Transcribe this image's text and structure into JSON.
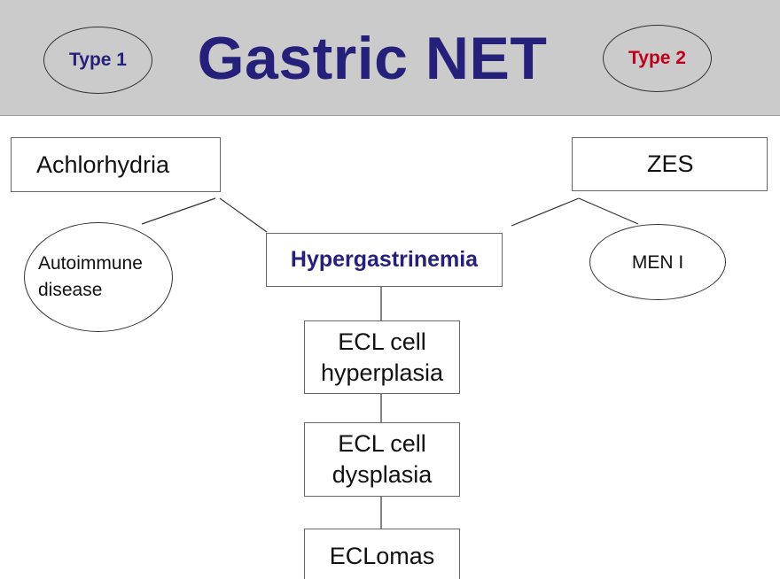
{
  "title": "Gastric NET",
  "type1_label": "Type 1",
  "type2_label": "Type 2",
  "colors": {
    "title": "#25207a",
    "type1": "#25207a",
    "type2": "#c0001a",
    "hypergastrinemia": "#25207a",
    "header_bg": "#cbcbcb"
  },
  "nodes": {
    "achlorhydria": "Achlorhydria",
    "zes": "ZES",
    "autoimmune_line1": "Autoimmune",
    "autoimmune_line2": "disease",
    "men1": "MEN I",
    "hypergastrinemia": "Hypergastrinemia",
    "ecl_hyperplasia_line1": "ECL cell",
    "ecl_hyperplasia_line2": "hyperplasia",
    "ecl_dysplasia_line1": "ECL cell",
    "ecl_dysplasia_line2": "dysplasia",
    "eclomas": "ECLomas"
  }
}
